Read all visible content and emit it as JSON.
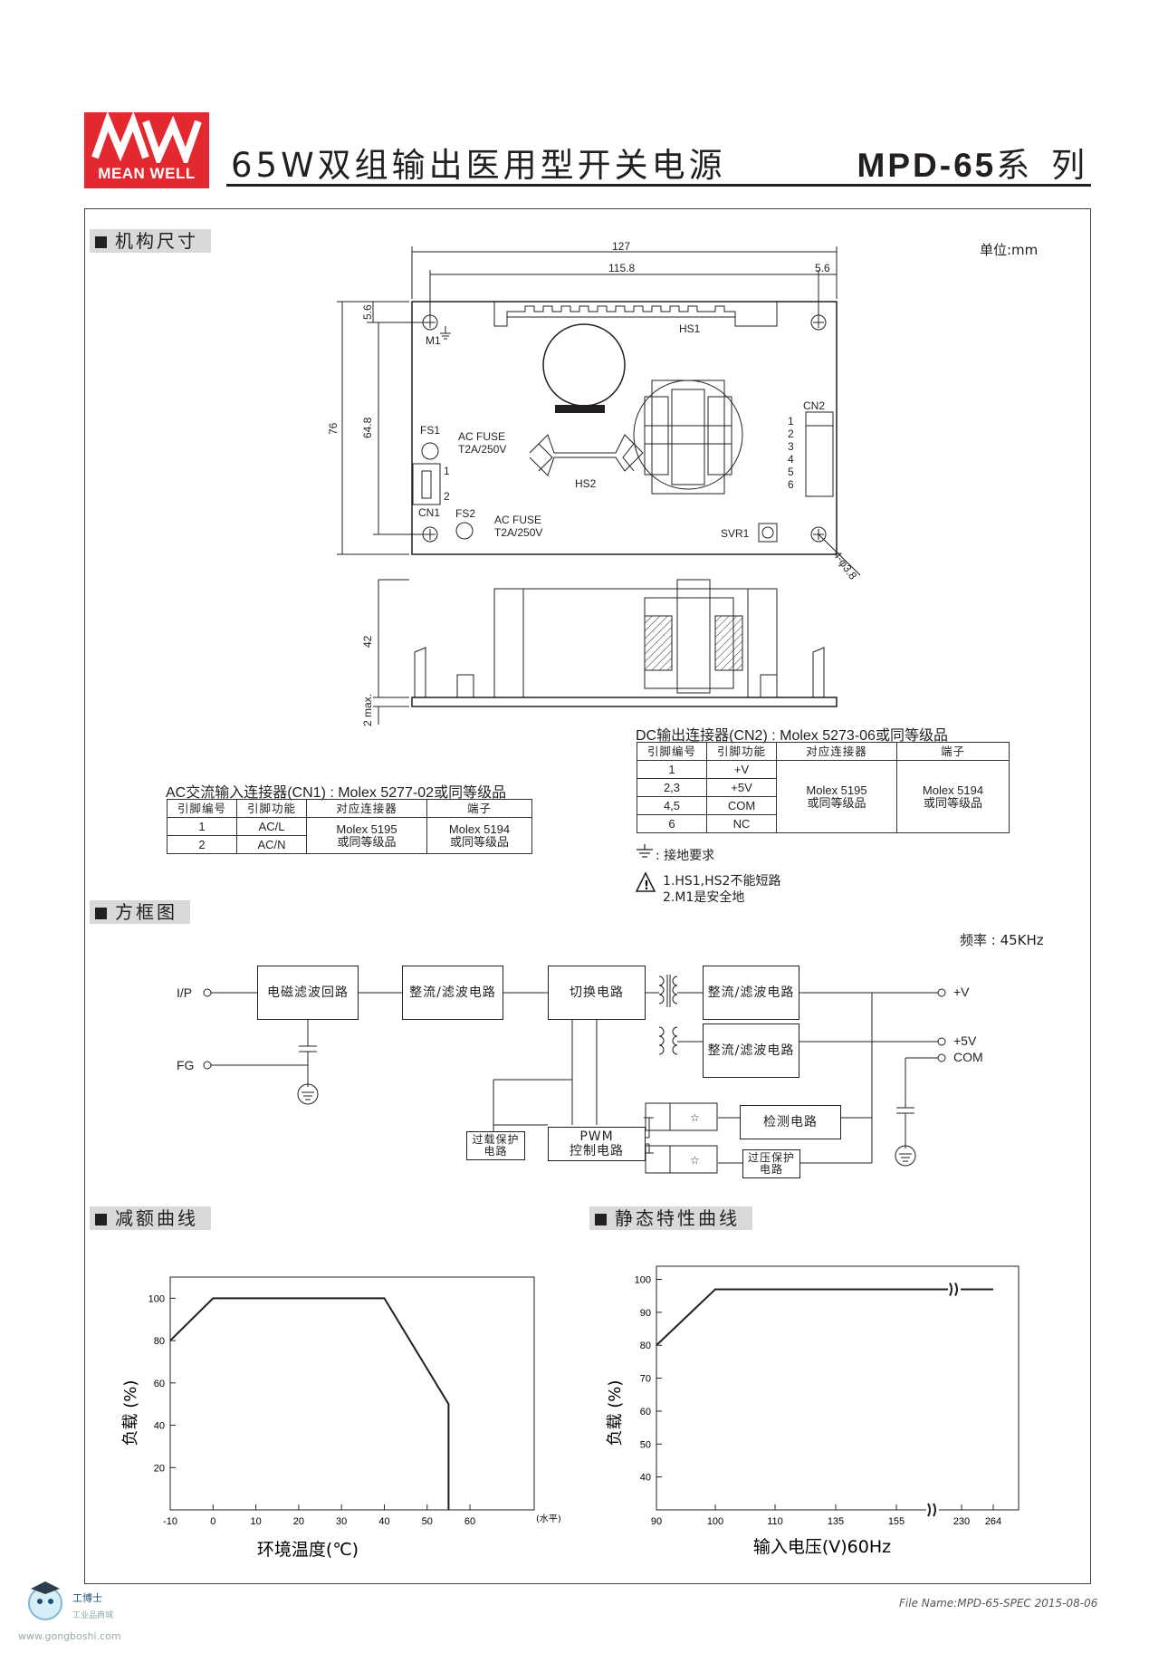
{
  "header": {
    "logo_text": "MEAN WELL",
    "title": "65W双组输出医用型开关电源",
    "series_model": "MPD-65",
    "series_suffix": "系 列"
  },
  "sections": {
    "mechanical": "机构尺寸",
    "block_diagram": "方框图",
    "derating": "减额曲线",
    "static": "静态特性曲线"
  },
  "mech": {
    "unit": "单位:mm",
    "dims": {
      "d127": "127",
      "d1158": "115.8",
      "d56a": "5.6",
      "d56b": "5.6",
      "d76": "76",
      "d648": "64.8",
      "d42": "42",
      "d2max": "2 max.",
      "hole": "4-φ3.8"
    },
    "labels": {
      "m1": "M1",
      "hs1": "HS1",
      "hs2": "HS2",
      "cn1": "CN1",
      "cn2": "CN2",
      "fs1": "FS1",
      "fs2": "FS2",
      "fuse1": "AC FUSE\nT2A/250V",
      "fuse2": "AC FUSE\nT2A/250V",
      "svr1": "SVR1",
      "cn1p1": "1",
      "cn1p2": "2",
      "cn2pins": [
        "1",
        "2",
        "3",
        "4",
        "5",
        "6"
      ]
    }
  },
  "cn2_table": {
    "caption_prefix": "DC输出连接器(CN2) : Molex 5273-06或同等级品",
    "headers": [
      "引脚编号",
      "引脚功能",
      "对应连接器",
      "端子"
    ],
    "rows": [
      [
        "1",
        "+V"
      ],
      [
        "2,3",
        "+5V"
      ],
      [
        "4,5",
        "COM"
      ],
      [
        "6",
        "NC"
      ]
    ],
    "connector": "Molex 5195\n或同等级品",
    "terminal": "Molex 5194\n或同等级品"
  },
  "cn1_table": {
    "caption": "AC交流输入连接器(CN1) : Molex 5277-02或同等级品",
    "headers": [
      "引脚编号",
      "引脚功能",
      "对应连接器",
      "端子"
    ],
    "rows": [
      [
        "1",
        "AC/L"
      ],
      [
        "2",
        "AC/N"
      ]
    ],
    "connector": "Molex 5195\n或同等级品",
    "terminal": "Molex 5194\n或同等级品"
  },
  "notes": {
    "ground": ": 接地要求",
    "note1": "1.HS1,HS2不能短路",
    "note2": "2.M1是安全地"
  },
  "block_diagram": {
    "freq": "频率 : 45KHz",
    "ip": "I/P",
    "fg": "FG",
    "emi": "电磁滤波回路",
    "rect1": "整流/滤波电路",
    "switch": "切换电路",
    "rect2": "整流/滤波电路",
    "rect3": "整流/滤波电路",
    "detect": "检测电路",
    "pwm_a": "PWM",
    "pwm_b": "控制电路",
    "olp": "过载保护\n电路",
    "ovp": "过压保护\n电路",
    "out_v": "+V",
    "out_5v": "+5V",
    "out_com": "COM"
  },
  "chart_data": [
    {
      "type": "line",
      "x": [
        -10,
        0,
        40,
        55,
        55
      ],
      "y": [
        80,
        100,
        100,
        50,
        0
      ],
      "xticks": [
        "-10",
        "0",
        "10",
        "20",
        "30",
        "40",
        "50",
        "60"
      ],
      "yticks": [
        "20",
        "40",
        "60",
        "80",
        "100"
      ],
      "x_unit": "(水平)",
      "ylabel": "负载 (%)",
      "xlabel": "环境温度(℃)",
      "xlim": [
        -10,
        75
      ],
      "ylim": [
        0,
        110
      ],
      "grid": false
    },
    {
      "type": "line",
      "x": [
        "90",
        "100",
        "264"
      ],
      "y": [
        80,
        97,
        97
      ],
      "xticks": [
        "90",
        "100",
        "110",
        "135",
        "155",
        "230",
        "264"
      ],
      "yticks": [
        "40",
        "50",
        "60",
        "70",
        "80",
        "90",
        "100"
      ],
      "ylabel": "负载 (%)",
      "xlabel": "输入电压(V)60Hz",
      "ylim": [
        30,
        104
      ],
      "grid": false
    }
  ],
  "footer": {
    "file": "File Name:MPD-65-SPEC   2015-08-06",
    "wm_cn": "工博士",
    "wm_sub": "工业品商城",
    "wm_url": "www.gongboshi.com"
  }
}
